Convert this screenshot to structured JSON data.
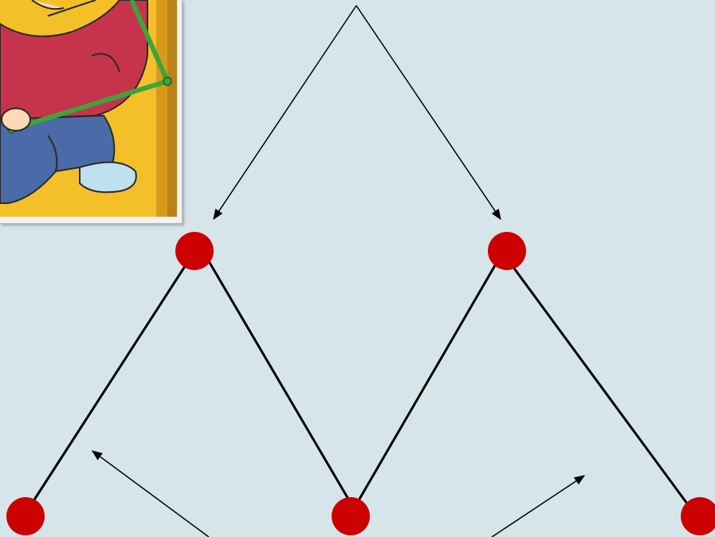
{
  "diagram": {
    "node_color": "#cc0000",
    "edge_color": "#000000",
    "arrow_color": "#000000",
    "background": "#d6e5ea",
    "nodes": [
      {
        "id": "top-left"
      },
      {
        "id": "top-right"
      },
      {
        "id": "bottom-left"
      },
      {
        "id": "bottom-middle"
      },
      {
        "id": "bottom-right"
      }
    ],
    "edges": [
      {
        "from": "bottom-left",
        "to": "top-left"
      },
      {
        "from": "top-left",
        "to": "bottom-middle"
      },
      {
        "from": "bottom-middle",
        "to": "top-right"
      },
      {
        "from": "top-right",
        "to": "bottom-right"
      }
    ]
  },
  "illustration": {
    "description_icon": "cartoon-child-with-rods-image"
  }
}
